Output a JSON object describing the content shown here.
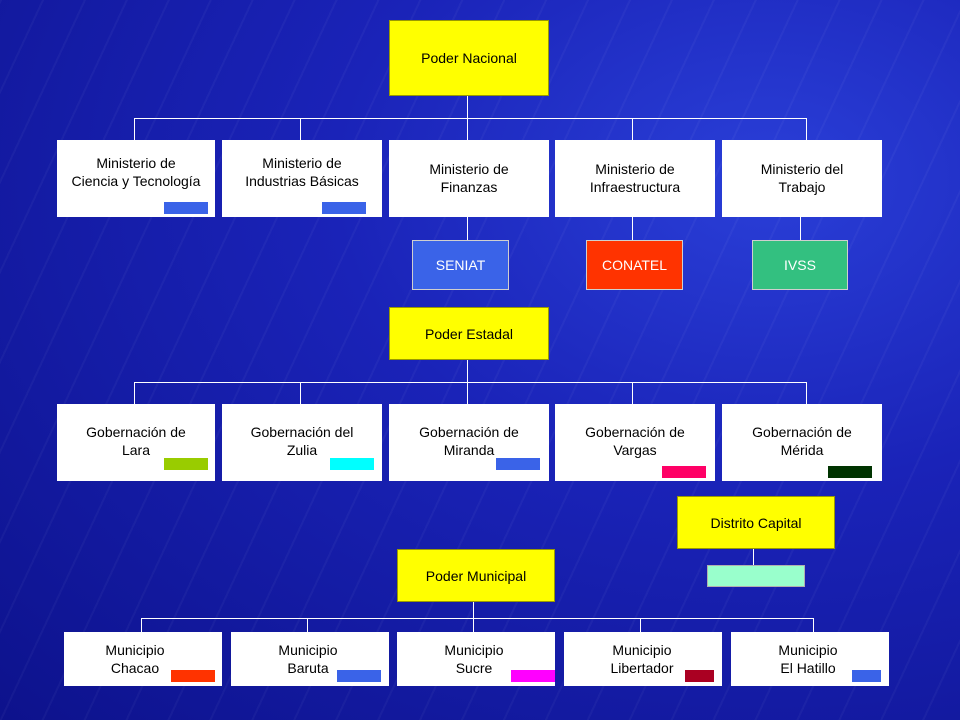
{
  "national": {
    "title": "Poder Nacional",
    "ministries": [
      {
        "label": "Ministerio de\nCiencia y Tecnología",
        "tag_color": "#3a63e8"
      },
      {
        "label": "Ministerio de\nIndustrias Básicas",
        "tag_color": "#3a63e8"
      },
      {
        "label": "Ministerio de\nFinanzas"
      },
      {
        "label": "Ministerio de\nInfraestructura"
      },
      {
        "label": "Ministerio del\nTrabajo"
      }
    ],
    "agencies": [
      {
        "label": "SENIAT",
        "color": "#3a63e8"
      },
      {
        "label": "CONATEL",
        "color": "#ff3300"
      },
      {
        "label": "IVSS",
        "color": "#33c080"
      }
    ]
  },
  "state": {
    "title": "Poder Estadal",
    "governorships": [
      {
        "label": "Gobernación de\nLara",
        "tag_color": "#99cc00"
      },
      {
        "label": "Gobernación del\nZulia",
        "tag_color": "#00ffff"
      },
      {
        "label": "Gobernación de\nMiranda",
        "tag_color": "#3a63e8"
      },
      {
        "label": "Gobernación de\nVargas",
        "tag_color": "#ff0066"
      },
      {
        "label": "Gobernación de\nMérida",
        "tag_color": "#003300"
      }
    ]
  },
  "capital": {
    "title": "Distrito Capital",
    "color": "#99ffcc"
  },
  "municipal": {
    "title": "Poder Municipal",
    "municipalities": [
      {
        "label": "Municipio\nChacao",
        "tag_color": "#ff3300"
      },
      {
        "label": "Municipio\nBaruta",
        "tag_color": "#3a63e8"
      },
      {
        "label": "Municipio\nSucre",
        "tag_color": "#ff00ff"
      },
      {
        "label": "Municipio\nLibertador",
        "tag_color": "#aa0022"
      },
      {
        "label": "Municipio\nEl Hatillo",
        "tag_color": "#3a63e8"
      }
    ]
  }
}
